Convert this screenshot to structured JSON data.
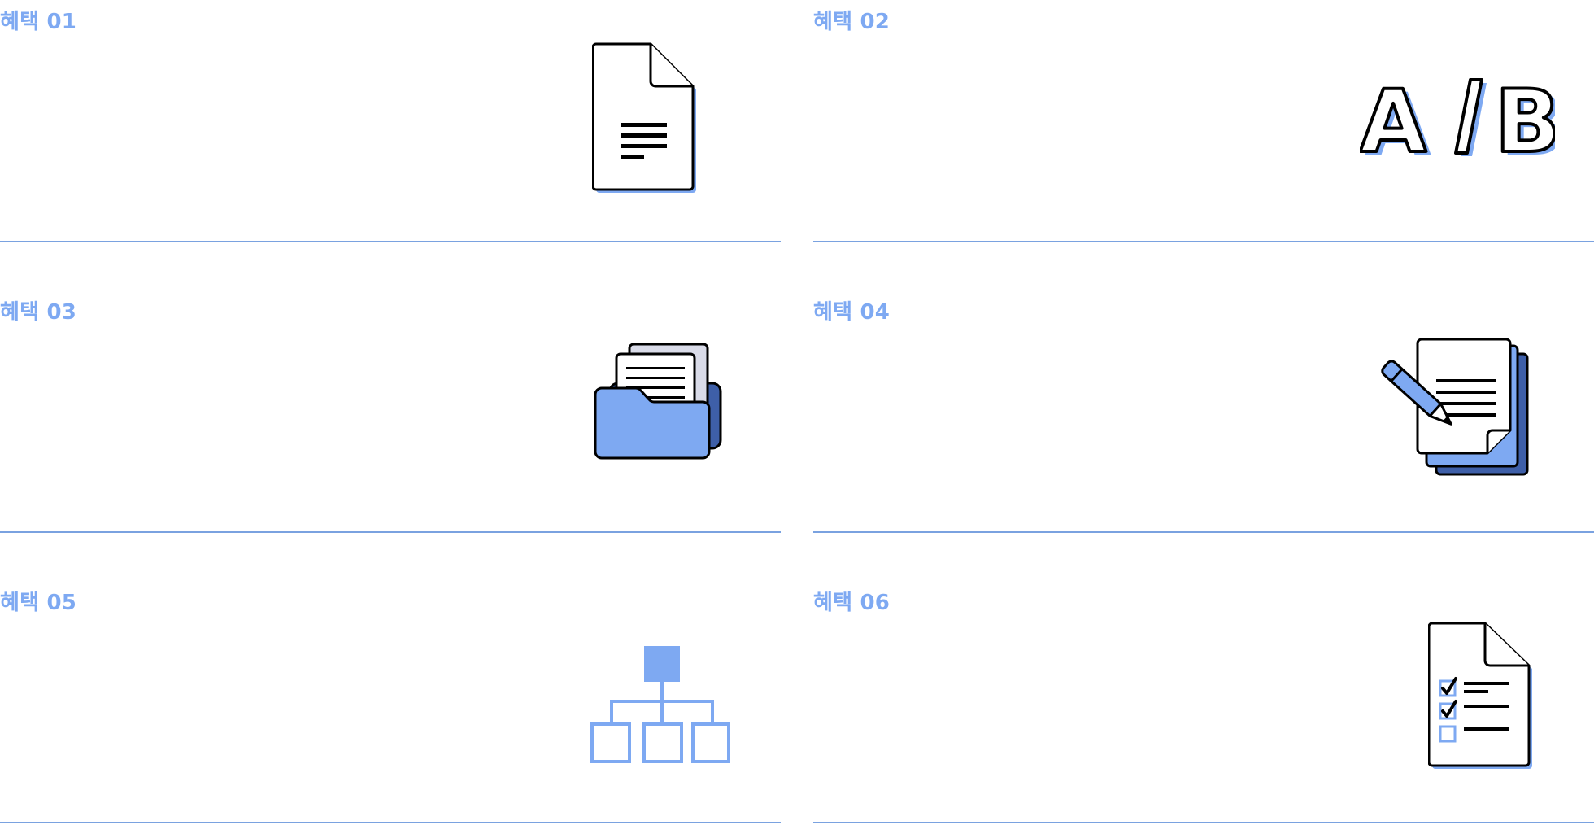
{
  "colors": {
    "accent": "#7ea9f2",
    "divider": "#7aa2e0",
    "dark_blue": "#3e5fa8",
    "stroke": "#000000",
    "folder_back": "#d9dbe8"
  },
  "benefits": [
    {
      "label": "혜택 01",
      "icon": "document-icon"
    },
    {
      "label": "혜택 02",
      "icon": "ab-test-icon"
    },
    {
      "label": "혜택 03",
      "icon": "folder-documents-icon"
    },
    {
      "label": "혜택 04",
      "icon": "pencil-document-stack-icon"
    },
    {
      "label": "혜택 05",
      "icon": "hierarchy-sitemap-icon"
    },
    {
      "label": "혜택 06",
      "icon": "checklist-document-icon"
    }
  ]
}
